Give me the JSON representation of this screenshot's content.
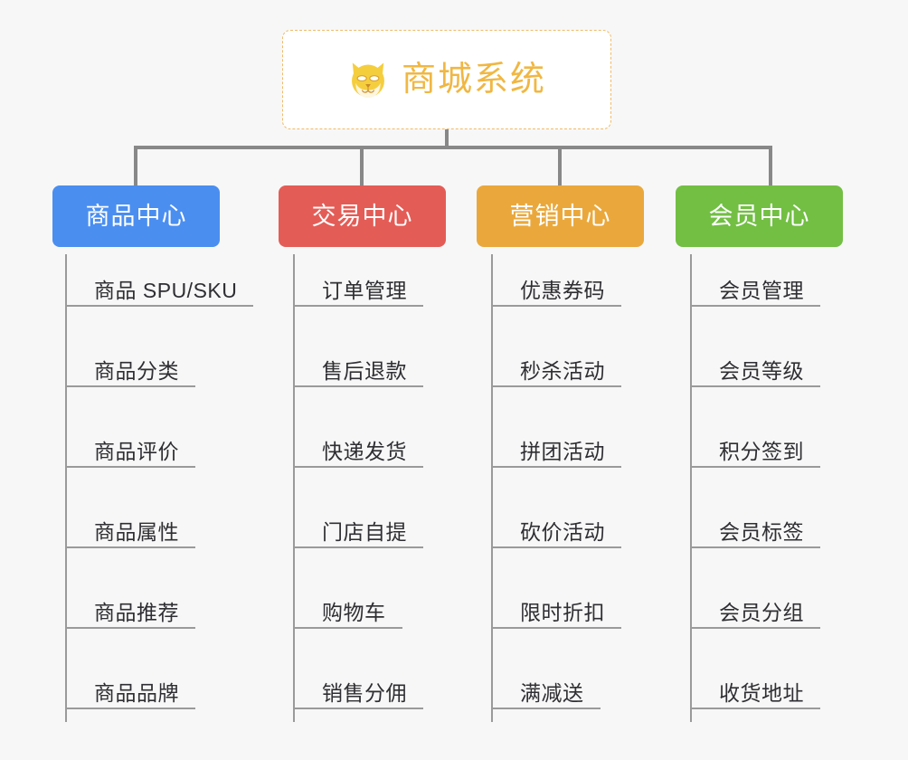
{
  "diagram": {
    "title": "商城系统",
    "root": {
      "label": "商城系统",
      "icon": "shiba-dog-icon",
      "text_color": "#f0b743",
      "border_color": "#efbb6a",
      "background": "#ffffff"
    },
    "canvas_background": "#f7f7f7",
    "connector_color": "#888888",
    "leaf_line_color": "#9a9a9a",
    "leaf_text_color": "#2f2f33",
    "columns": [
      {
        "label": "商品中心",
        "color": "#4a8ef0",
        "items": [
          "商品 SPU/SKU",
          "商品分类",
          "商品评价",
          "商品属性",
          "商品推荐",
          "商品品牌"
        ]
      },
      {
        "label": "交易中心",
        "color": "#e45c56",
        "items": [
          "订单管理",
          "售后退款",
          "快递发货",
          "门店自提",
          "购物车",
          "销售分佣"
        ]
      },
      {
        "label": "营销中心",
        "color": "#eaa83c",
        "items": [
          "优惠券码",
          "秒杀活动",
          "拼团活动",
          "砍价活动",
          "限时折扣",
          "满减送"
        ]
      },
      {
        "label": "会员中心",
        "color": "#72bf44",
        "items": [
          "会员管理",
          "会员等级",
          "积分签到",
          "会员标签",
          "会员分组",
          "收货地址"
        ]
      }
    ]
  }
}
